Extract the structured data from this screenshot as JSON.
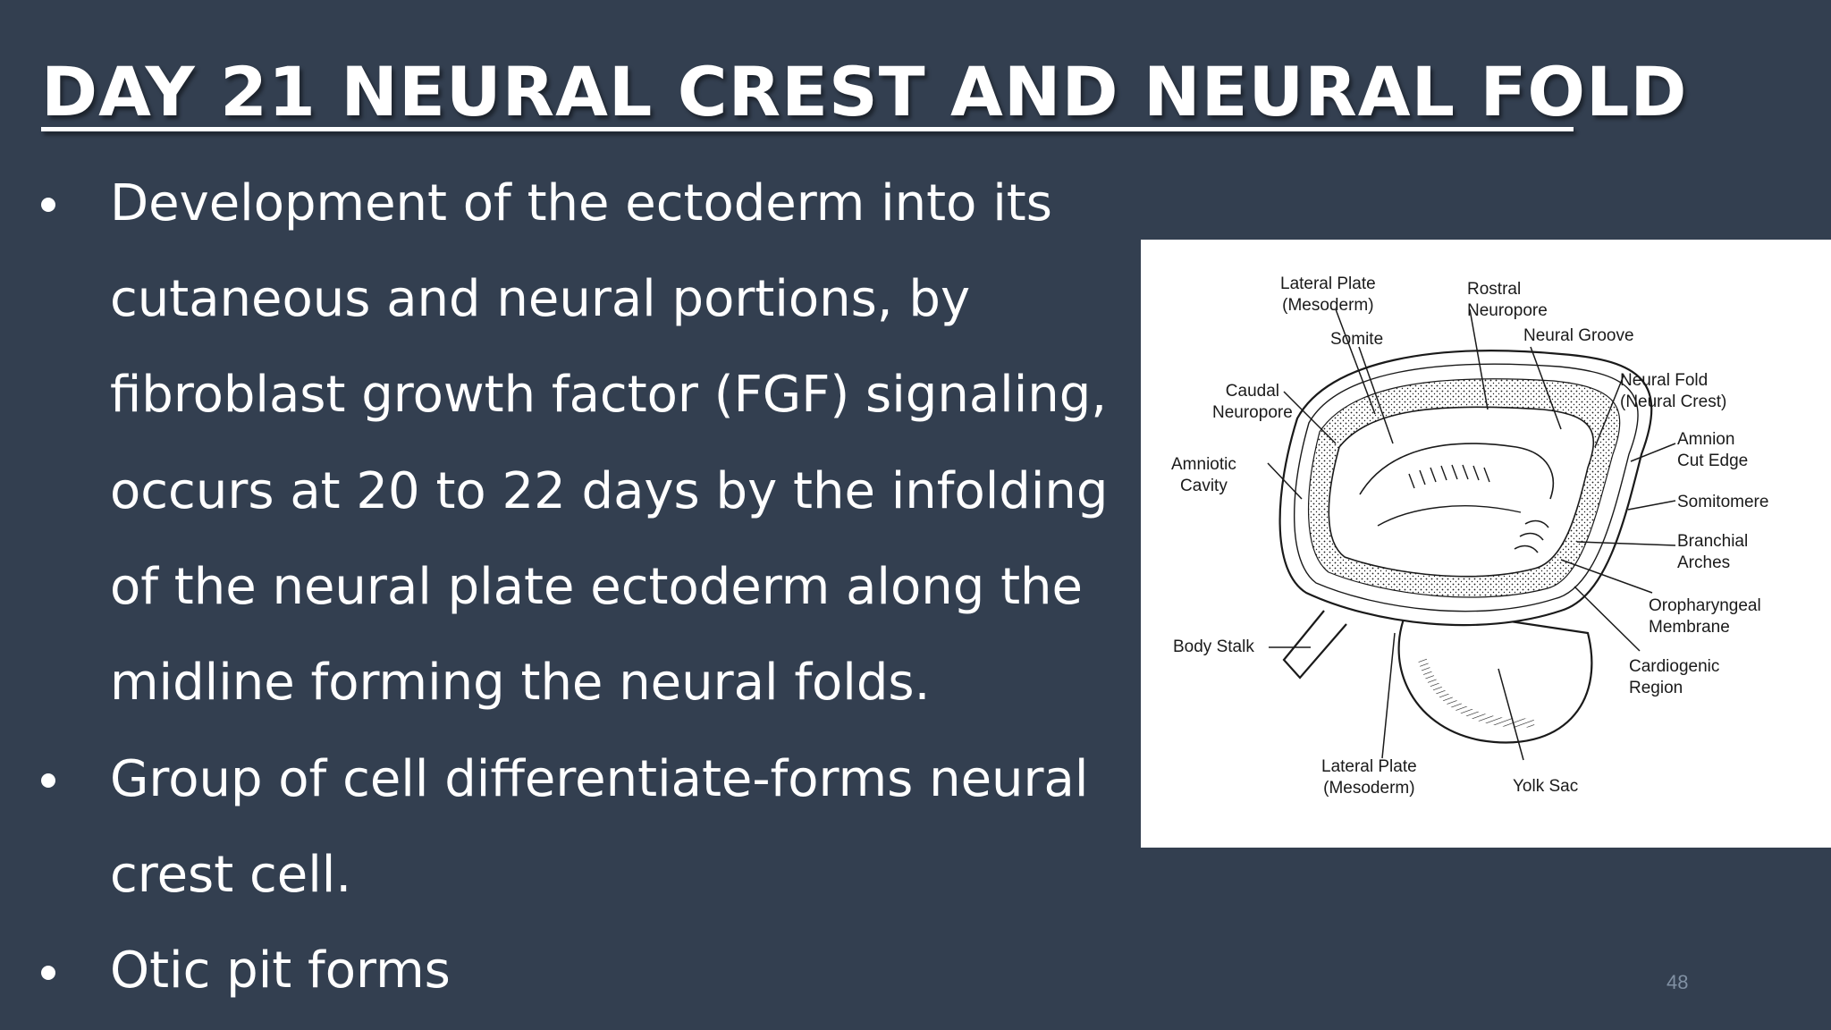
{
  "slide": {
    "title": "DAY 21 NEURAL CREST AND NEURAL FOLD",
    "bullets": [
      {
        "lines": [
          "Development of the ectoderm into its",
          "cutaneous and neural portions, by",
          "fibroblast growth factor (FGF) signaling,",
          "occurs at 20 to 22 days by the infolding",
          "of the neural plate ectoderm along the",
          "midline forming the neural folds."
        ]
      },
      {
        "lines": [
          "Group of cell differentiate-forms neural",
          "crest cell."
        ]
      },
      {
        "lines": [
          "Otic pit forms"
        ]
      }
    ],
    "page_number": "48"
  },
  "figure": {
    "labels": {
      "lateral_plate_top_1": "Lateral Plate",
      "lateral_plate_top_2": "(Mesoderm)",
      "rostral_1": "Rostral",
      "rostral_2": "Neuropore",
      "somite": "Somite",
      "neural_groove": "Neural Groove",
      "caudal_1": "Caudal",
      "caudal_2": "Neuropore",
      "neural_fold_1": "Neural Fold",
      "neural_fold_2": "(Neural Crest)",
      "amniotic_1": "Amniotic",
      "amniotic_2": "Cavity",
      "amnion_1": "Amnion",
      "amnion_2": "Cut Edge",
      "somitomere": "Somitomere",
      "branchial_1": "Branchial",
      "branchial_2": "Arches",
      "oropharyngeal_1": "Oropharyngeal",
      "oropharyngeal_2": "Membrane",
      "body_stalk": "Body Stalk",
      "cardiogenic_1": "Cardiogenic",
      "cardiogenic_2": "Region",
      "lateral_plate_bottom_1": "Lateral Plate",
      "lateral_plate_bottom_2": "(Mesoderm)",
      "yolk_sac": "Yolk Sac"
    }
  },
  "colors": {
    "background": "#333f50",
    "text": "#ffffff",
    "figure_background": "#ffffff",
    "figure_ink": "#1a1a1a",
    "page_number": "#8090a3"
  }
}
